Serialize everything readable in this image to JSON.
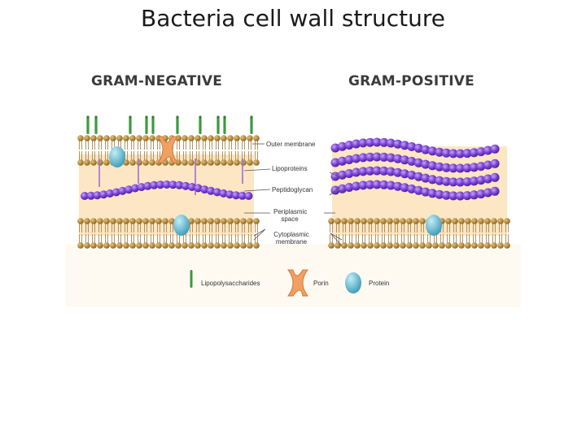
{
  "slide": {
    "title": "Bacteria cell wall structure"
  },
  "diagram": {
    "gram_negative": "GRAM-NEGATIVE",
    "gram_positive": "GRAM-POSITIVE",
    "labels": {
      "outer_membrane": "Outer membrane",
      "lipoproteins": "Lipoproteins",
      "peptidoglycan": "Peptidoglycan",
      "periplasmic_1": "Periplasmic",
      "periplasmic_2": "space",
      "cytoplasmic_1": "Cytoplasmic",
      "cytoplasmic_2": "membrane"
    },
    "legend": {
      "lipopolysaccharides": "Lipopolysaccharides",
      "porin": "Porin",
      "protein": "Protein"
    },
    "colors": {
      "periplasm": "#fce6c4",
      "lipid_head": "#b8862c",
      "peptidoglycan": "#7a3fd0",
      "lps": "#3c9a3c",
      "porin": "#f0a060",
      "protein": "#6ec3d8",
      "lipoprotein": "#9a70d8"
    }
  }
}
